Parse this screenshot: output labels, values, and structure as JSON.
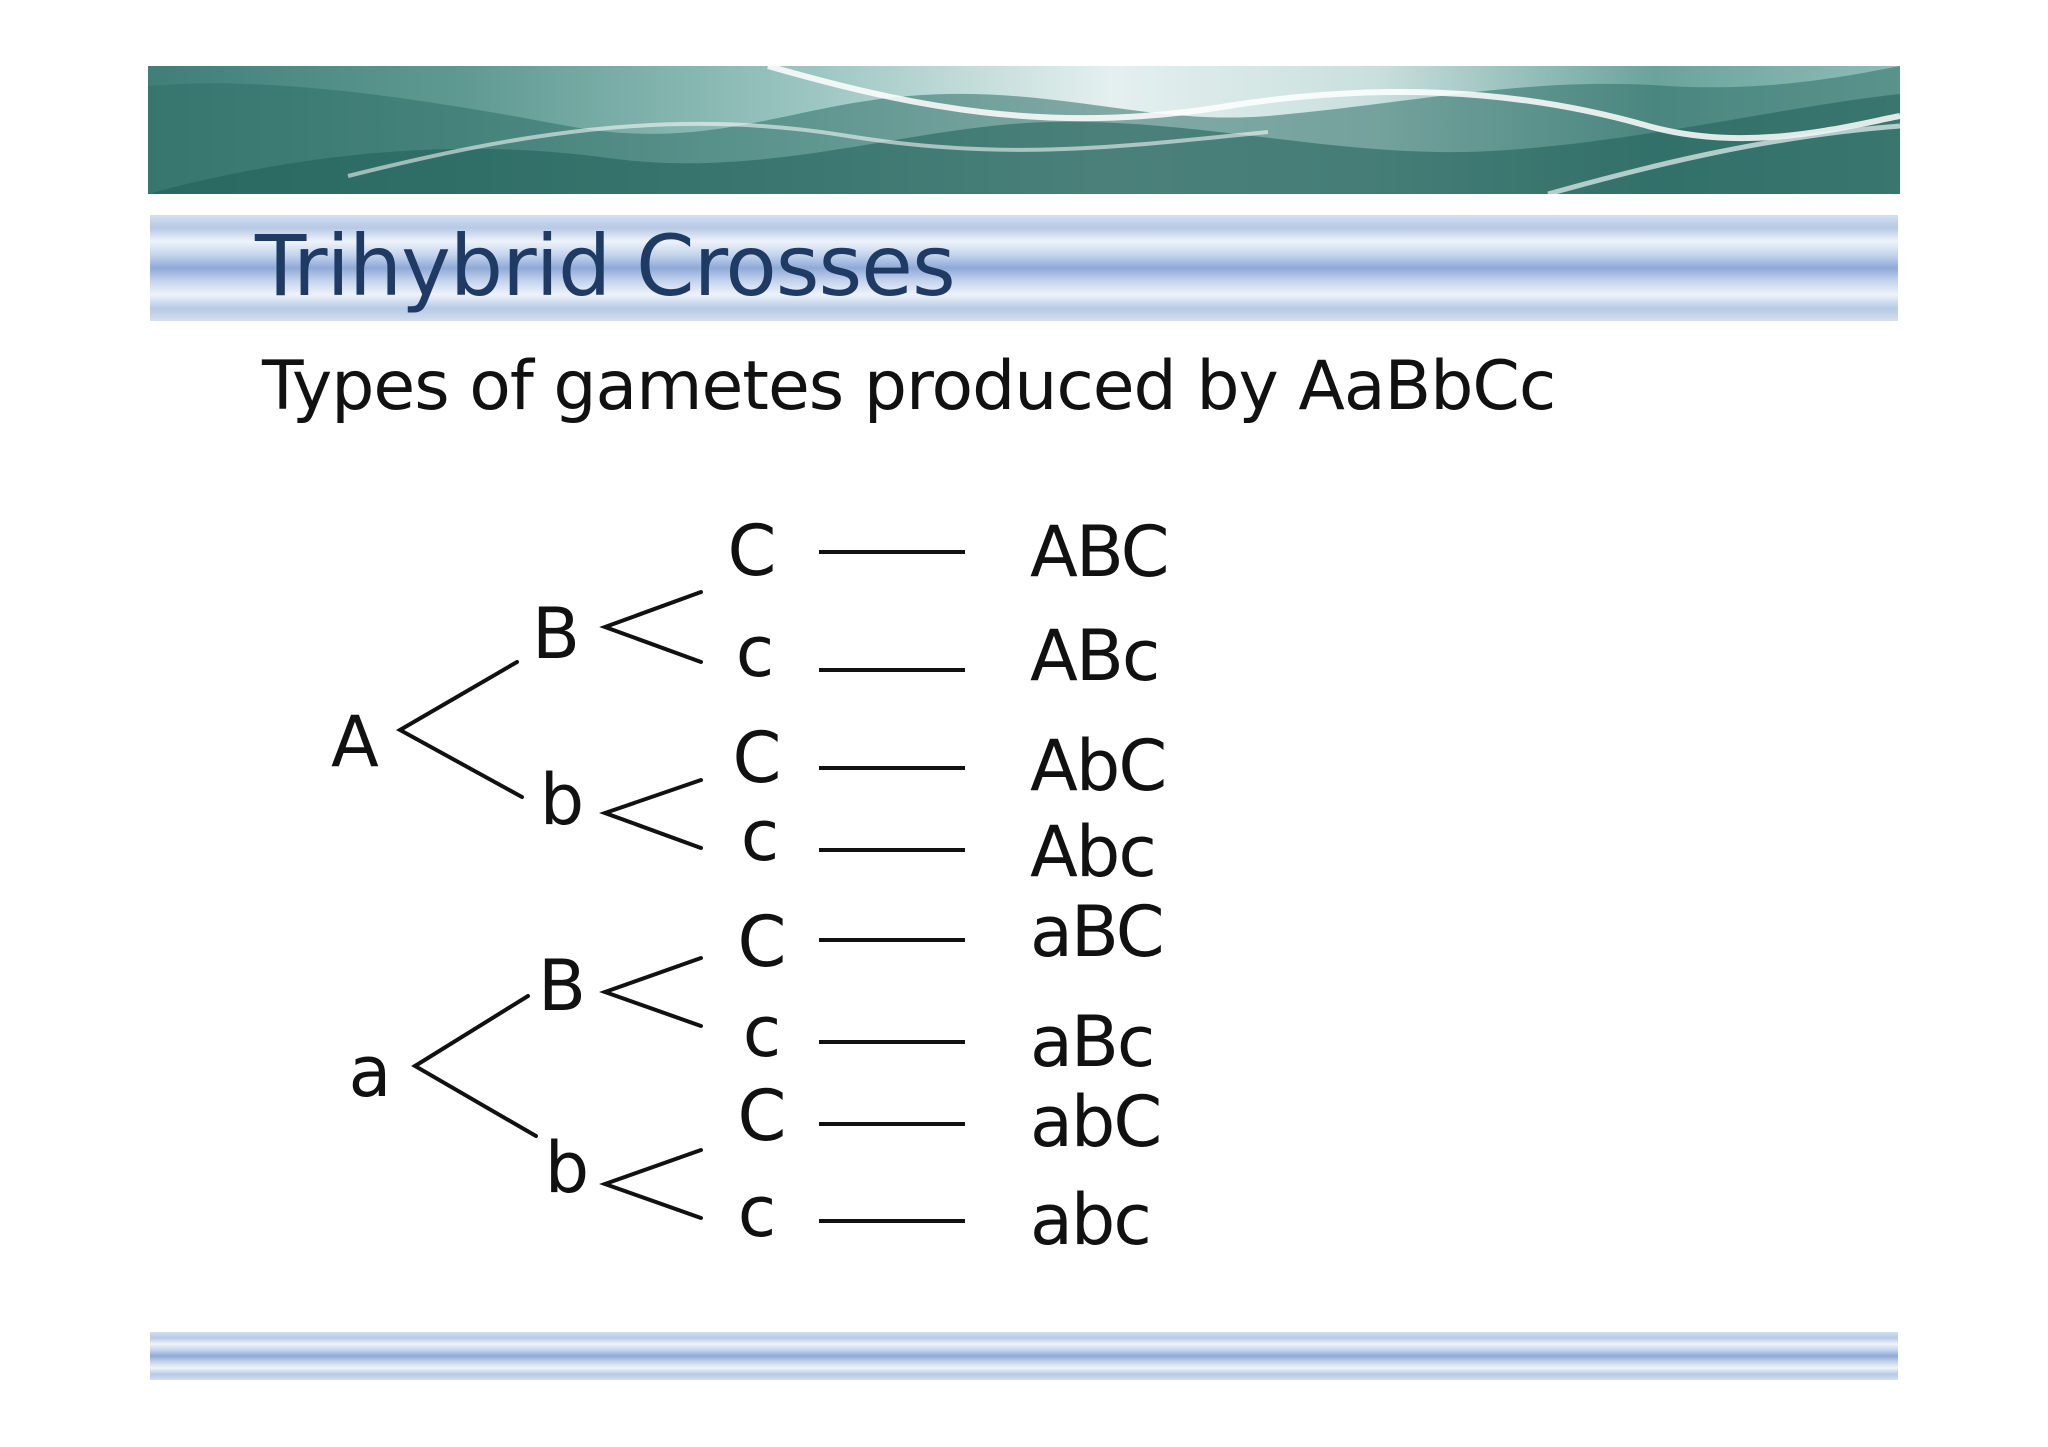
{
  "title": "Trihybrid Crosses",
  "subtitle": "Types of gametes produced by AaBbCc",
  "tree": {
    "level1": [
      "A",
      "a"
    ],
    "level2": [
      "B",
      "b",
      "B",
      "b"
    ],
    "level3": [
      "C",
      "c",
      "C",
      "c",
      "C",
      "c",
      "C",
      "c"
    ],
    "gametes": [
      "ABC",
      "ABc",
      "AbC",
      "Abc",
      "aBC",
      "aBc",
      "abC",
      "abc"
    ]
  },
  "colors": {
    "title": "#1f3a63",
    "text": "#111111",
    "band": "#b7c9e6",
    "banner_teal": "#3f7f78"
  }
}
